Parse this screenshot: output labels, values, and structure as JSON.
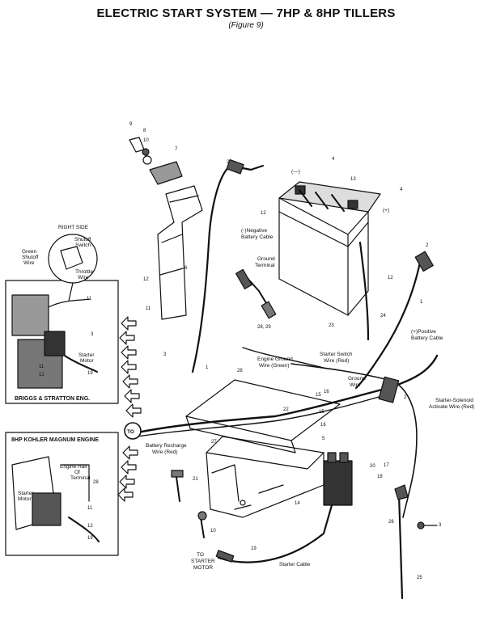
{
  "title": "ELECTRIC START SYSTEM — 7HP & 8HP TILLERS",
  "subtitle": "(Figure 9)",
  "labels": {
    "neg_cable": "(-)Negative",
    "neg_cable2": "Battery Cable",
    "ground_terminal": "Ground",
    "ground_terminal2": "Terminal",
    "pos_cable": "(+)Positive",
    "pos_cable2": "Battery Cable",
    "engine_ground": "Engine Ground",
    "engine_ground2": "Wire (Green)",
    "starter_switch": "Starter Switch",
    "starter_switch2": "Wire (Red)",
    "ground_wire": "Ground",
    "ground_wire2": "Wire",
    "solenoid_wire": "Starter-Solenoid",
    "solenoid_wire2": "Activate Wire (Red)",
    "recharge": "Battery Recharge",
    "recharge2": "Wire (Red)",
    "to_starter": "TO",
    "to_starter2": "STARTER",
    "to_starter3": "MOTOR",
    "starter_cable": "Starter Cable",
    "neg_sign": "(—)",
    "pos_sign": "(+)",
    "to_badge": "TO",
    "right_side": "RIGHT SIDE",
    "shutoff_switch": "Shutoff",
    "shutoff_switch2": "Switch",
    "green_shutoff": "Green",
    "green_shutoff2": "Shutoff",
    "green_shutoff3": "Wire",
    "throttle": "Throttle",
    "throttle2": "Wire",
    "starter_motor_bs": "Starter",
    "starter_motor_bs2": "Motor",
    "briggs": "BRIGGS & STRATTON ENG.",
    "kohler": "8HP KOHLER MAGNUM ENGINE",
    "engine_half": "Engine Half",
    "engine_half2": "Of",
    "engine_half3": "Terminal",
    "starter_motor_k": "Starter",
    "starter_motor_k2": "Motor"
  },
  "part_numbers": {
    "n9": "9",
    "n8": "8",
    "n10a": "10",
    "n7": "7",
    "n2a": "2",
    "n4a": "4",
    "n13": "13",
    "n4b": "4",
    "n12a": "12",
    "n2b": "2",
    "n6": "6",
    "n12b": "12",
    "n11a": "11",
    "n12c": "12",
    "n1a": "1",
    "n24": "24",
    "n2829": "28, 29",
    "n23": "23",
    "n3a": "3",
    "n1b": "1",
    "n28": "28",
    "n15": "15",
    "n16": "16",
    "n15b": "15",
    "n16b": "16",
    "n2c": "2",
    "n5": "5",
    "n20": "20",
    "n17": "17",
    "n18": "18",
    "n14": "14",
    "n21": "21",
    "n26": "26",
    "n3b": "3",
    "n10b": "10",
    "n19": "19",
    "n25": "25",
    "n27": "27",
    "n22": "22",
    "bs_11": "11",
    "bs_12": "12",
    "bs_3": "3",
    "bs_19": "19",
    "k_28": "28",
    "k_11": "11",
    "k_12": "12",
    "k_19": "19"
  }
}
